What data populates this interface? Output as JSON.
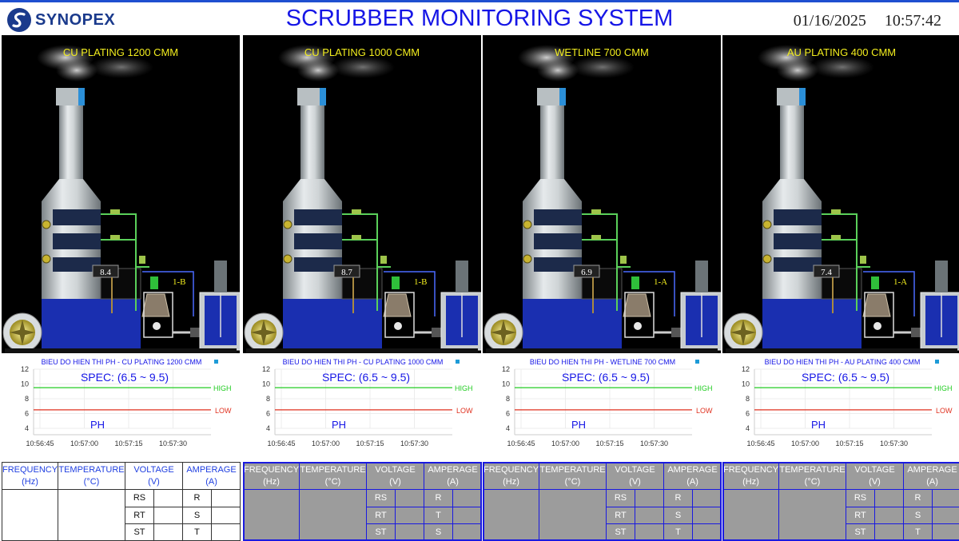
{
  "header": {
    "logo_text": "SYNOPEX",
    "title": "SCRUBBER MONITORING SYSTEM",
    "date": "01/16/2025",
    "time": "10:57:42"
  },
  "colors": {
    "title_blue": "#1616e6",
    "scene_label": "#f3ee1e",
    "high_line": "#22cc22",
    "low_line": "#e0301e",
    "tank_blue": "#1a2fb0",
    "table_dark_bg": "#9c9c9c",
    "table_border_blue": "#1a1ae0"
  },
  "panels": [
    {
      "scene_title": "CU PLATING 1200 CMM",
      "ph_readout": "8.4",
      "pump_label": "1-B",
      "table_style": "light",
      "chart_data": {
        "type": "line",
        "title": "BIEU DO HIEN THI PH - CU PLATING 1200 CMM",
        "spec_text": "SPEC: (6.5 ~ 9.5)",
        "series_label": "PH",
        "y_ticks": [
          "12",
          "10",
          "8",
          "6",
          "4"
        ],
        "ylim": [
          4,
          12
        ],
        "x_ticks": [
          "10:56:45",
          "10:57:00",
          "10:57:15",
          "10:57:30"
        ],
        "high_value": 9.5,
        "high_label": "HIGH",
        "low_value": 6.5,
        "low_label": "LOW",
        "series": []
      }
    },
    {
      "scene_title": "CU PLATING 1000 CMM",
      "ph_readout": "8.7",
      "pump_label": "1-B",
      "table_style": "dark",
      "chart_data": {
        "type": "line",
        "title": "BIEU DO HIEN THI PH - CU PLATING 1000 CMM",
        "spec_text": "SPEC: (6.5 ~ 9.5)",
        "series_label": "PH",
        "y_ticks": [
          "12",
          "10",
          "8",
          "6",
          "4"
        ],
        "ylim": [
          4,
          12
        ],
        "x_ticks": [
          "10:56:45",
          "10:57:00",
          "10:57:15",
          "10:57:30"
        ],
        "high_value": 9.5,
        "high_label": "HIGH",
        "low_value": 6.5,
        "low_label": "LOW",
        "series": []
      }
    },
    {
      "scene_title": "WETLINE 700 CMM",
      "ph_readout": "6.9",
      "pump_label": "1-A",
      "table_style": "dark",
      "chart_data": {
        "type": "line",
        "title": "BIEU DO HIEN THI PH - WETLINE 700 CMM",
        "spec_text": "SPEC: (6.5 ~ 9.5)",
        "series_label": "PH",
        "y_ticks": [
          "12",
          "10",
          "8",
          "6",
          "4"
        ],
        "ylim": [
          4,
          12
        ],
        "x_ticks": [
          "10:56:45",
          "10:57:00",
          "10:57:15",
          "10:57:30"
        ],
        "high_value": 9.5,
        "high_label": "HIGH",
        "low_value": 6.5,
        "low_label": "LOW",
        "series": []
      }
    },
    {
      "scene_title": "AU PLATING 400 CMM",
      "ph_readout": "7.4",
      "pump_label": "1-A",
      "table_style": "dark",
      "chart_data": {
        "type": "line",
        "title": "BIEU DO HIEN THI PH - AU PLATING 400 CMM",
        "spec_text": "SPEC: (6.5 ~ 9.5)",
        "series_label": "PH",
        "y_ticks": [
          "12",
          "10",
          "8",
          "6",
          "4"
        ],
        "ylim": [
          4,
          12
        ],
        "x_ticks": [
          "10:56:45",
          "10:57:00",
          "10:57:15",
          "10:57:30"
        ],
        "high_value": 9.5,
        "high_label": "HIGH",
        "low_value": 6.5,
        "low_label": "LOW",
        "series": []
      }
    }
  ],
  "table": {
    "frequency": "FREQUENCY",
    "frequency_unit": "(Hz)",
    "temperature": "TEMPERATURE",
    "temperature_unit": "(°C)",
    "voltage": "VOLTAGE",
    "voltage_unit": "(V)",
    "amperage": "AMPERAGE",
    "amperage_unit": "(A)",
    "voltage_rows": [
      "RS",
      "RT",
      "ST"
    ],
    "amperage_rows_by_panel": [
      [
        "R",
        "S",
        "T"
      ],
      [
        "R",
        "T",
        "S"
      ],
      [
        "R",
        "S",
        "T"
      ],
      [
        "R",
        "S",
        "T"
      ]
    ]
  }
}
